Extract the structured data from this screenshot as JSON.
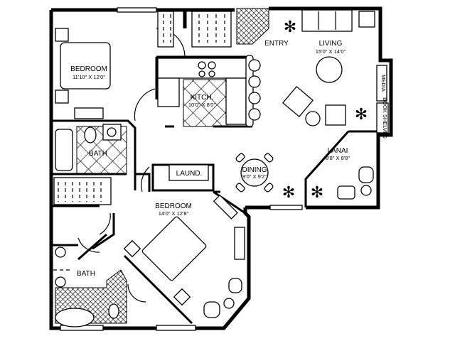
{
  "rooms": {
    "bedroom_small": {
      "name": "BEDROOM",
      "size": "11'10\" X 12'0\""
    },
    "kitchen": {
      "name": "KITCH.",
      "size": "10'0\" X 8'0\""
    },
    "entry": {
      "name": "ENTRY"
    },
    "living": {
      "name": "LIVING",
      "size": "15'0\" X 14'0\""
    },
    "media": {
      "name": "MEDIA"
    },
    "book_shelves": {
      "name": "BOOK SHELVES"
    },
    "bath_small": {
      "name": "BATH"
    },
    "laundry": {
      "name": "LAUND."
    },
    "dining": {
      "name": "DINING",
      "size": "9'0\" X 9'2\""
    },
    "lanai": {
      "name": "LANAI",
      "size": "8'8\" X 8'8\""
    },
    "bedroom_master": {
      "name": "BEDROOM",
      "size": "14'0\" X 12'8\""
    },
    "bath_master": {
      "name": "BATH"
    }
  }
}
